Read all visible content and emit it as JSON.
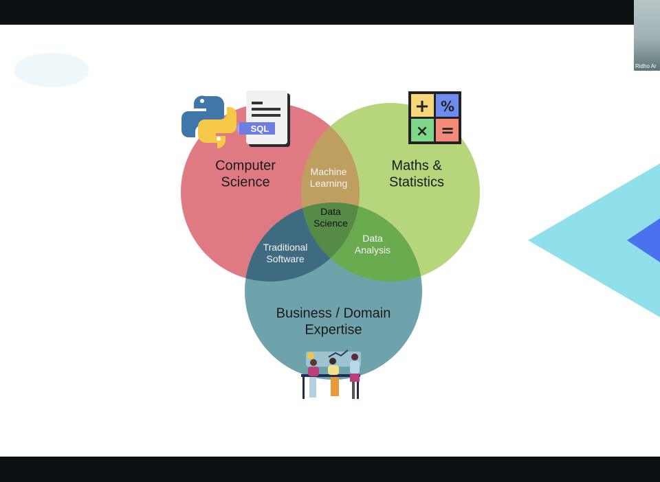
{
  "participant": {
    "name": "Ridho Ar"
  },
  "venn": {
    "sets": [
      {
        "label_line1": "Computer",
        "label_line2": "Science",
        "color": "#e07a82"
      },
      {
        "label_line1": "Maths &",
        "label_line2": "Statistics",
        "color": "#b7d67c"
      },
      {
        "label_line1": "Business / Domain",
        "label_line2": "Expertise",
        "color": "#6fa3ac"
      }
    ],
    "intersections": {
      "machine_learning": {
        "line1": "Machine",
        "line2": "Learning"
      },
      "traditional_software": {
        "line1": "Traditional",
        "line2": "Software"
      },
      "data_analysis": {
        "line1": "Data",
        "line2": "Analysis"
      },
      "data_science": {
        "line1": "Data",
        "line2": "Science"
      }
    },
    "icons": {
      "sql_badge": "SQL"
    }
  }
}
